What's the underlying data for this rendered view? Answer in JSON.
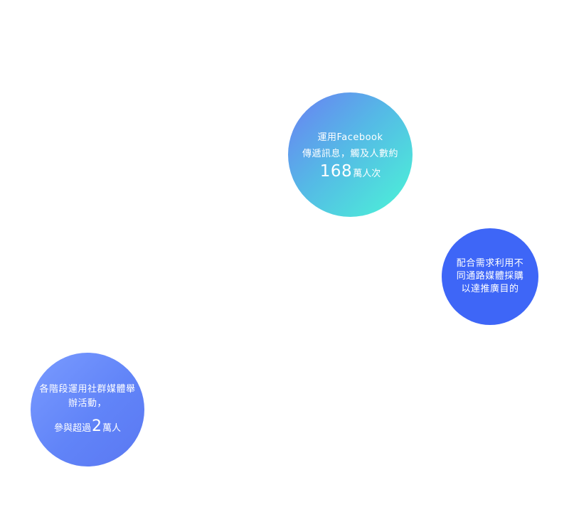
{
  "bubbles": {
    "facebook": {
      "line1": "運用Facebook",
      "line2": "傳遞訊息，觸及人數約",
      "number": "168",
      "unit": "萬人次",
      "colors": [
        "#6a7ef3",
        "#55b9e6",
        "#4bf6d6"
      ]
    },
    "media": {
      "line1": "配合需求利用不",
      "line2": "同通路媒體採購",
      "line3": "以達推廣目的",
      "color": "#3e66f7"
    },
    "community": {
      "line1": "各階段運用社群媒體舉",
      "line2": "辦活動，",
      "prefix": "參與超過",
      "number": "2",
      "unit": "萬人",
      "colors": [
        "#7a9bff",
        "#5a78f2"
      ]
    }
  }
}
